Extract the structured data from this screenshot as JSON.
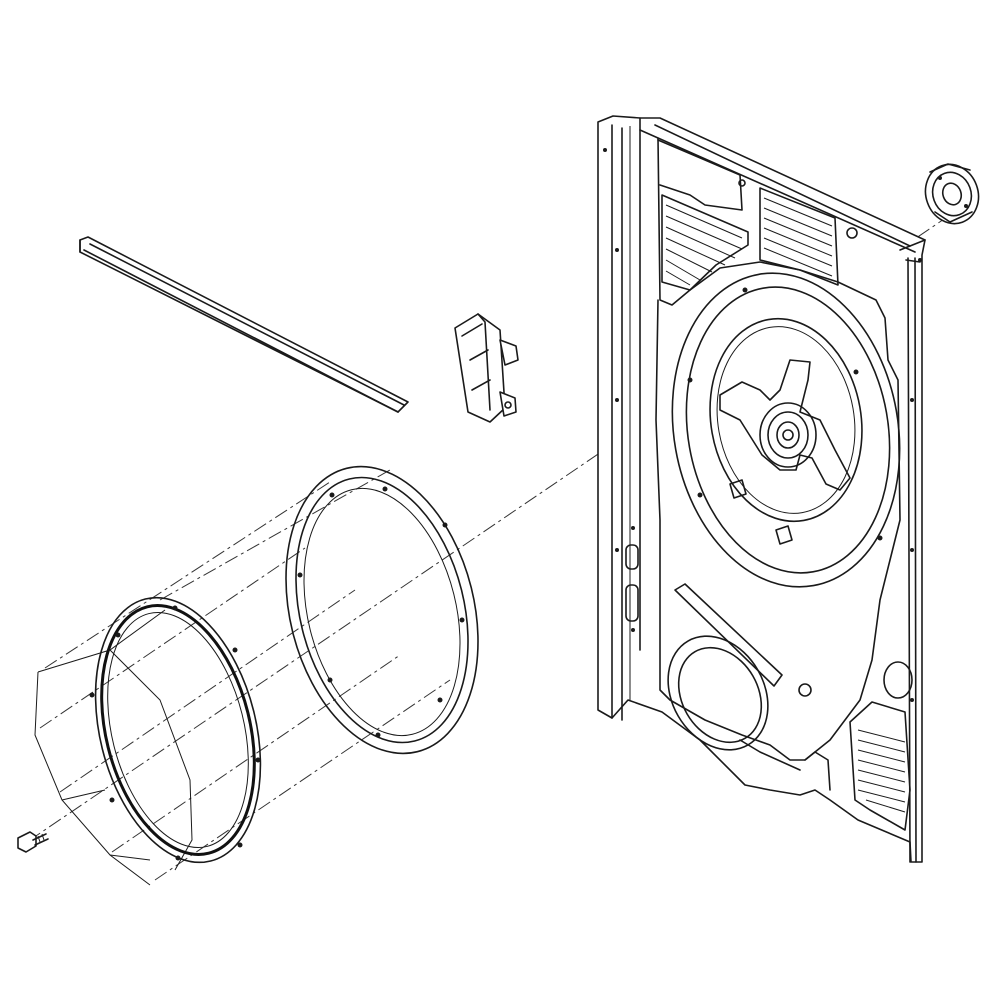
{
  "diagram": {
    "type": "exploded-parts-view",
    "parts": [
      {
        "name": "rear-panel"
      },
      {
        "name": "drum-bearing"
      },
      {
        "name": "top-trim-strip"
      },
      {
        "name": "bracket-clip"
      },
      {
        "name": "front-drum-seal"
      },
      {
        "name": "rear-drum-seal"
      },
      {
        "name": "drum-outline"
      },
      {
        "name": "screw"
      }
    ],
    "colors": {
      "line": "#1a1a1a",
      "background": "#ffffff"
    }
  }
}
